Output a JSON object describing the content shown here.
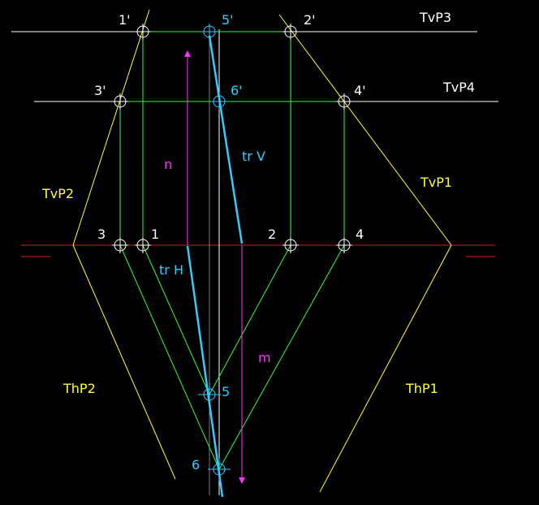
{
  "colors": {
    "background": "#000000",
    "white": "#ffffff",
    "green": "#33ff33",
    "yellow": "#ffff33",
    "cyan": "#33ccff",
    "magenta": "#ff33ff",
    "red": "#cc2020"
  },
  "labels": {
    "p1v": "1'",
    "p5v": "5'",
    "p2v": "2'",
    "tvp3": "TvP3",
    "p3v": "3'",
    "p6v": "6'",
    "p4v": "4'",
    "tvp4": "TvP4",
    "n": "n",
    "trv": "tr V",
    "tvp2": "TvP2",
    "tvp1": "TvP1",
    "p3": "3",
    "p1": "1",
    "p2": "2",
    "p4": "4",
    "trh": "tr H",
    "m": "m",
    "thp2": "ThP2",
    "p5": "5",
    "thp1": "ThP1",
    "p6": "6"
  }
}
